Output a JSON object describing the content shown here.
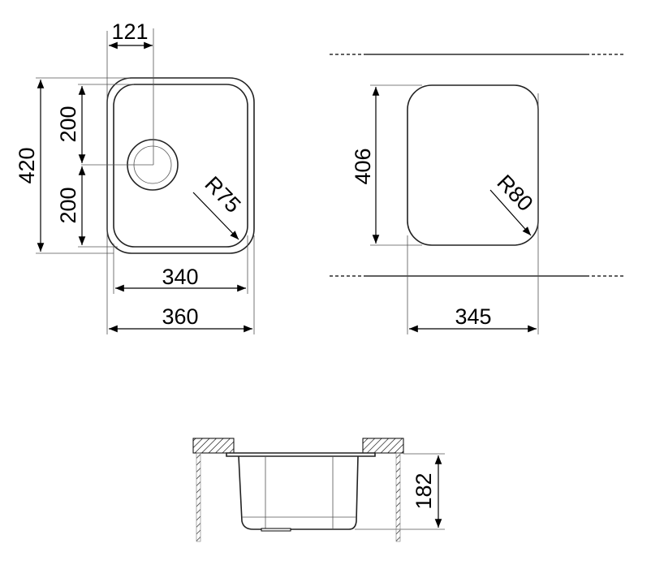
{
  "top_view": {
    "width_drain_offset": "121",
    "overall_length": "420",
    "drain_upper": "200",
    "drain_lower": "200",
    "corner_radius": "R75",
    "inner_width": "340",
    "outer_width": "360"
  },
  "cutout_view": {
    "length": "406",
    "corner_radius": "R80",
    "width": "345"
  },
  "section_view": {
    "depth": "182"
  },
  "colors": {
    "line": "#000000",
    "background": "#ffffff"
  }
}
